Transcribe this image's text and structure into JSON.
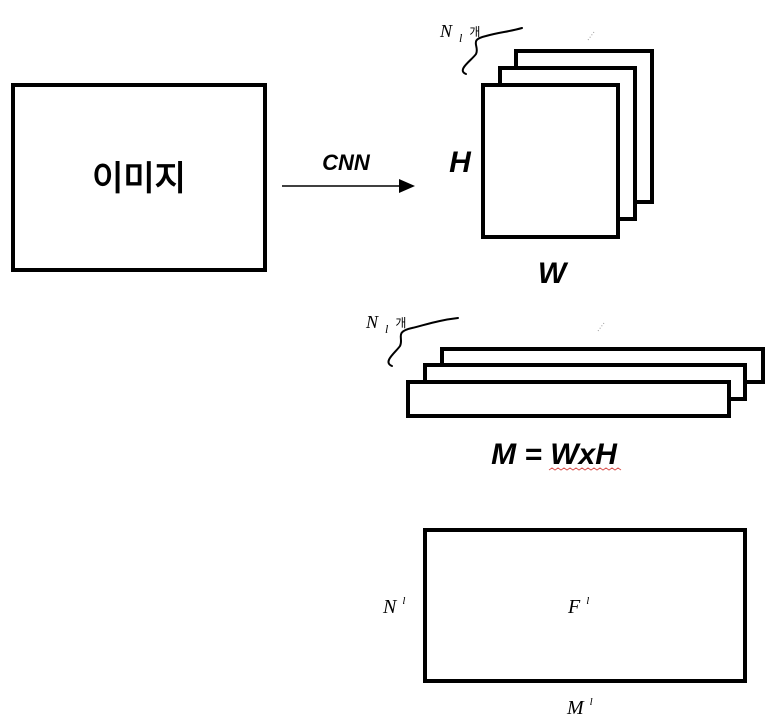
{
  "image_box": {
    "label": "이미지"
  },
  "arrow": {
    "label": "CNN"
  },
  "feature_stack": {
    "count_symbol": "N",
    "count_subscript": "l",
    "count_unit": "개",
    "height_label": "H",
    "width_label": "W"
  },
  "flat_stack": {
    "count_symbol": "N",
    "count_subscript": "l",
    "count_unit": "개",
    "equation": "M = WxH"
  },
  "matrix": {
    "center_symbol": "F",
    "center_superscript": "l",
    "row_symbol": "N",
    "row_superscript": "l",
    "col_symbol": "M",
    "col_superscript": "l"
  },
  "colors": {
    "stroke": "#000000",
    "spellcheck_squiggle": "#d9534f"
  }
}
